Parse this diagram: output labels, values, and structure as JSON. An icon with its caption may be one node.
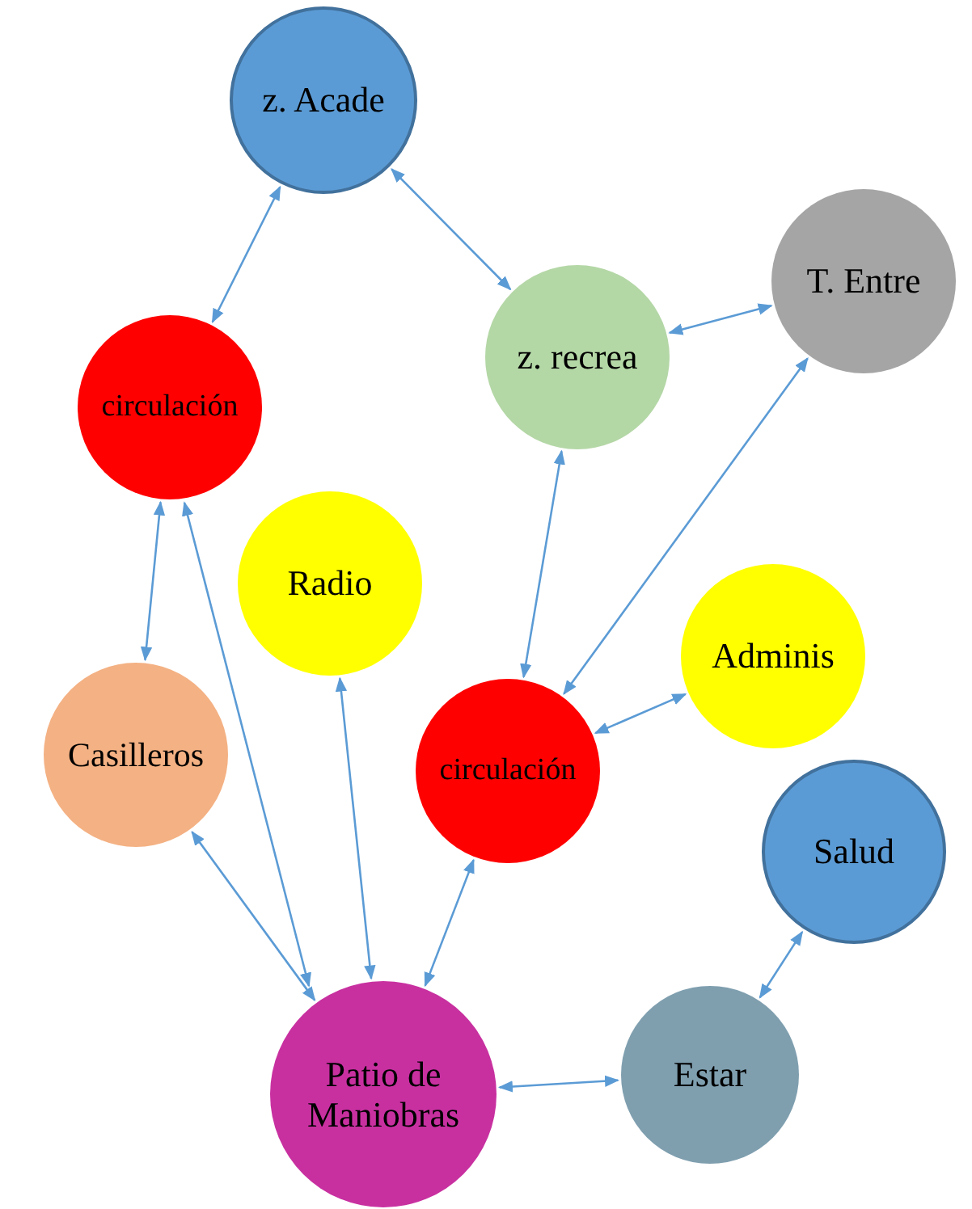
{
  "diagram": {
    "nodes": [
      {
        "text": [
          "z. Acade"
        ]
      },
      {
        "text": [
          "T. Entre"
        ]
      },
      {
        "text": [
          "z. recrea"
        ]
      },
      {
        "text": [
          "circulación"
        ]
      },
      {
        "text": [
          "Radio"
        ]
      },
      {
        "text": [
          "Adminis"
        ]
      },
      {
        "text": [
          "Casilleros"
        ]
      },
      {
        "text": [
          "circulación"
        ]
      },
      {
        "text": [
          "Salud"
        ]
      },
      {
        "text": [
          "Patio de Maniobras"
        ]
      },
      {
        "text": [
          "Estar"
        ]
      }
    ],
    "edges": [
      {
        "from": 0,
        "to": 3,
        "arrow": "both"
      },
      {
        "from": 0,
        "to": 2,
        "arrow": "both"
      },
      {
        "from": 2,
        "to": 1,
        "arrow": "both"
      },
      {
        "from": 1,
        "to": 7,
        "arrow": "both"
      },
      {
        "from": 2,
        "to": 7,
        "arrow": "both"
      },
      {
        "from": 3,
        "to": 6,
        "arrow": "both"
      },
      {
        "from": 3,
        "to": 9,
        "arrow": "both"
      },
      {
        "from": 4,
        "to": 9,
        "arrow": "both"
      },
      {
        "from": 6,
        "to": 9,
        "arrow": "both"
      },
      {
        "from": 7,
        "to": 9,
        "arrow": "both"
      },
      {
        "from": 7,
        "to": 5,
        "arrow": "both"
      },
      {
        "from": 9,
        "to": 10,
        "arrow": "both"
      },
      {
        "from": 10,
        "to": 8,
        "arrow": "both"
      }
    ]
  }
}
